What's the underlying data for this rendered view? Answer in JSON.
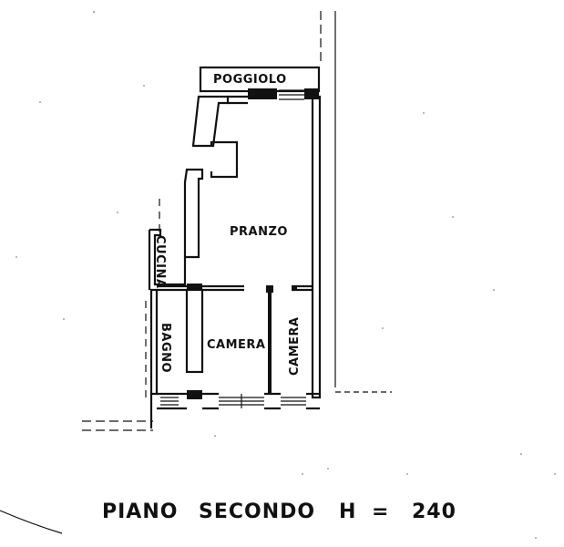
{
  "plan": {
    "rooms": {
      "poggiolo": "POGGIOLO",
      "pranzo": "PRANZO",
      "cucina": "CUCINA",
      "bagno": "BAGNO",
      "camera_left": "CAMERA",
      "camera_right": "CAMERA"
    },
    "footer": {
      "floor": "PIANO",
      "level": "SECONDO",
      "height_label": "H",
      "equals": "=",
      "height_value": "240"
    }
  }
}
